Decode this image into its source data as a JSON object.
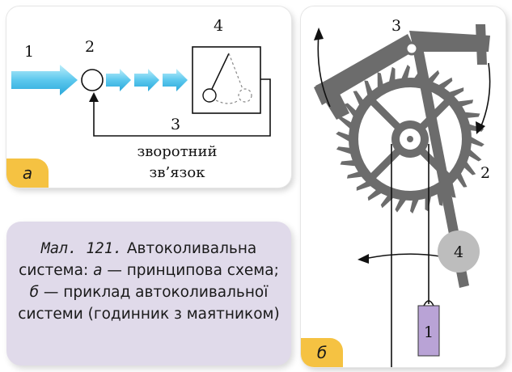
{
  "panel_a": {
    "tag": "а",
    "labels": {
      "n1": "1",
      "n2": "2",
      "n3": "3",
      "n4": "4"
    },
    "feedback_line1": "зворотний",
    "feedback_line2": "зв’язок"
  },
  "panel_b": {
    "tag": "б",
    "labels": {
      "n1": "1",
      "n2": "2",
      "n3": "3",
      "n4": "4"
    }
  },
  "caption": {
    "figure": "Мал. 121.",
    "title": " Автоколивальна система: ",
    "a_letter": "а",
    "a_text": " — принципова схема; ",
    "b_letter": "б",
    "b_text": " — приклад автоколивальної системи (годинник з маятником)"
  },
  "colors": {
    "arrow_blue": "#4cc3ea",
    "mechanism_gray": "#6c6c6c",
    "bob_gray": "#bdbdbd",
    "weight_purple": "#b9a3d6",
    "tag_yellow": "#f5c242",
    "caption_bg": "#e0daea"
  }
}
